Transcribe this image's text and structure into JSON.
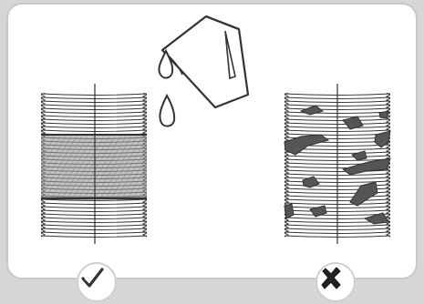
{
  "illustration": {
    "subject": "threaded-pipe-thread-sealing",
    "colors": {
      "background": "#d6d6d6",
      "panel": "#ffffff",
      "panel_border": "#c8c8c8",
      "line": "#333333",
      "coating": "#9c9c9c",
      "patch": "#555555"
    }
  },
  "panels": [
    {
      "icon": "check-mark-icon",
      "meaning": "correct"
    },
    {
      "icon": "cross-mark-icon",
      "meaning": "incorrect"
    }
  ]
}
